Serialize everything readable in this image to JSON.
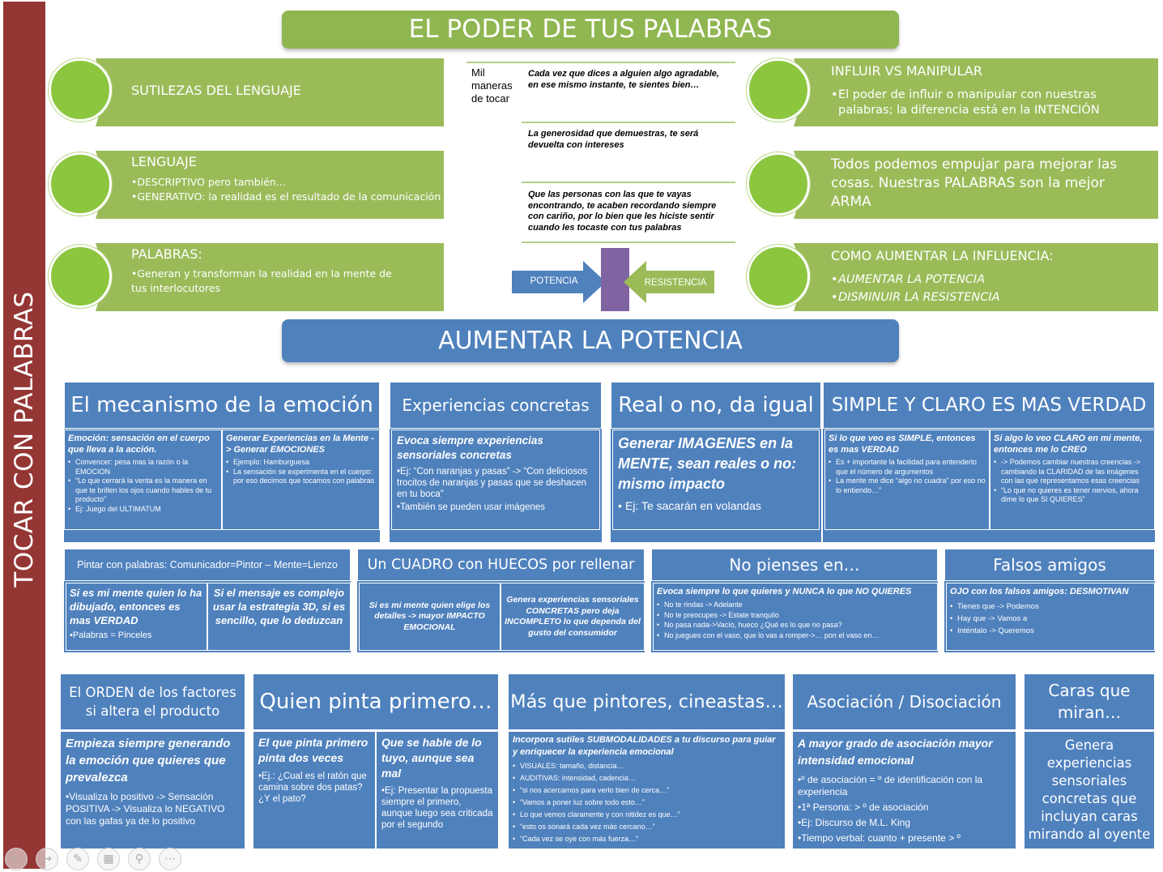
{
  "sidebar": {
    "label": "TOCAR CON PALABRAS"
  },
  "title_main": "EL PODER DE TUS PALABRAS",
  "title_potencia": "AUMENTAR LA POTENCIA",
  "left_items": [
    {
      "title": "SUTILEZAS DEL LENGUAJE"
    },
    {
      "title": "LENGUAJE",
      "bullets": [
        "•DESCRIPTIVO pero también…",
        "•GENERATIVO: la realidad es el resultado de la comunicación"
      ]
    },
    {
      "title": "PALABRAS:",
      "bullets": [
        "•Generan y transforman la realidad en la mente de tus interlocutores"
      ]
    }
  ],
  "right_items": [
    {
      "title": "INFLUIR VS MANIPULAR",
      "bullets": [
        "El poder de influir o manipular con nuestras palabras; la diferencia está en la INTENCIÓN"
      ]
    },
    {
      "text": "Todos podemos empujar para mejorar las cosas. Nuestras PALABRAS son la mejor ARMA"
    },
    {
      "title": "COMO AUMENTAR LA INFLUENCIA:",
      "bullets": [
        "AUMENTAR LA POTENCIA",
        "DISMINUIR LA RESISTENCIA"
      ]
    }
  ],
  "middle": {
    "mil": "Mil maneras de tocar",
    "quotes": [
      "Cada vez que dices a alguien algo agradable, en ese mismo instante, te sientes bien…",
      "La generosidad que demuestras, te será devuelta con intereses",
      "Que las personas con las que te vayas encontrando, te acaben recordando siempre con cariño, por lo bien que les hiciste sentir cuando les tocaste con tus palabras"
    ],
    "potencia": "POTENCIA",
    "resistencia": "RESISTENCIA"
  },
  "row1": {
    "mecanismo": {
      "title": "El mecanismo de la emoción",
      "col1_head": "Emoción: sensación en el cuerpo que lleva a la acción.",
      "col1_bullets": [
        "Convencer: pesa mas la razón o la EMOCION",
        "“Lo que cerrará la venta es la manera en que te brillen los ojos cuando hables de tu producto”",
        "Ej: Juego del ULTIMATUM"
      ],
      "col2_head": "Generar Experiencias en la Mente -> Generar EMOCIONES",
      "col2_bullets": [
        "Ejemplo: Hamburguesa",
        "La sensación se experimenta en el cuerpo: por eso decimos que tocamos con palabras"
      ]
    },
    "experiencias": {
      "title": "Experiencias concretas",
      "head": "Evoca siempre experiencias sensoriales concretas",
      "bullets": [
        "•Ej: “Con naranjas y pasas” -> “Con deliciosos trocitos de naranjas y pasas que se deshacen en tu boca”",
        "•También se pueden usar imágenes"
      ]
    },
    "real": {
      "title": "Real o no, da igual",
      "head": "Generar IMAGENES en la MENTE, sean reales o no: mismo impacto",
      "bullets": [
        "Ej: Te sacarán en volandas"
      ]
    },
    "simple": {
      "title": "SIMPLE Y CLARO ES MAS VERDAD",
      "col1_head": "Si lo que veo es SIMPLE, entonces es mas VERDAD",
      "col1_bullets": [
        "Es + importante la facilidad para entenderlo que el número de argumentos",
        "La mente me dice “algo no cuadra” por eso no lo entiendo…”"
      ],
      "col2_head": "Si algo lo veo CLARO en mi mente, entonces me lo CREO",
      "col2_bullets": [
        "-> Podemos cambiar nuestras creencias -> cambiando la CLARIDAD de las imágenes con las que representamos esas creencias",
        "“Lo que no quieres es tener nervios, ahora dime lo que SI QUIERES”"
      ]
    }
  },
  "row2": {
    "pintar": {
      "title": "Pintar con palabras: Comunicador=Pintor – Mente=Lienzo",
      "col1_head": "Si es mi mente quien lo ha dibujado, entonces es mas VERDAD",
      "col1_bullets": [
        "•Palabras =  Pinceles"
      ],
      "col2_head": "Si el mensaje es complejo usar la estrategia 3D, si es sencillo, que lo deduzcan"
    },
    "cuadro": {
      "title": "Un CUADRO con HUECOS por rellenar",
      "col1": "Si es mi mente quien elige los detalles -> mayor IMPACTO EMOCIONAL",
      "col2": "Genera experiencias sensoriales CONCRETAS pero deja INCOMPLETO lo que dependa del gusto del consumidor"
    },
    "nopienses": {
      "title": "No pienses en…",
      "head": "Evoca siempre lo que quieres y NUNCA lo que NO QUIERES",
      "bullets": [
        "No te rindas -> Adelante",
        "No te preocupes -> Estate tranquilo",
        "No pasa nada->Vacío, hueco ¿Qué es lo que no pasa?",
        "No juegues con el vaso, que lo vas a romper->… pon el vaso en…"
      ]
    },
    "falsos": {
      "title": "Falsos amigos",
      "head": "OJO con los falsos amigos: DESMOTIVAN",
      "bullets": [
        "Tienes que -> Podemos",
        "Hay que -> Vamos a",
        "Inténtalo -> Queremos"
      ]
    }
  },
  "row3": {
    "orden": {
      "title": "El ORDEN de los factores si altera el producto",
      "head": "Empieza siempre generando la emoción que quieres que prevalezca",
      "bullets": [
        "•Visualiza lo positivo -> Sensación POSITIVA -> Visualiza lo NEGATIVO con las gafas ya de lo positivo"
      ]
    },
    "quien": {
      "title": "Quien pinta primero…",
      "col1_head": "El que pinta primero pinta dos veces",
      "col1_bullets": [
        "•Ej.: ¿Cual es el ratón que camina sobre dos patas? ¿Y el pato?"
      ],
      "col2_head": "Que se hable de lo tuyo, aunque sea mal",
      "col2_bullets": [
        "•Ej: Presentar la propuesta siempre el primero, aunque luego sea criticada por el segundo"
      ]
    },
    "cineastas": {
      "title": "Más que pintores, cineastas…",
      "head": "Incorpora sutiles SUBMODALIDADES a tu discurso para guiar y enriquecer la experiencia emocional",
      "bullets": [
        "VISUALES: tamaño, distancia…",
        "AUDITIVAS: intensidad, cadencia…",
        "“si nos acercamos para verlo bien de cerca…”",
        "“Vamos a poner luz sobre todo esto…”",
        "Lo que vemos claramente y con nitidez es que…”",
        "“esto os sonará cada vez más cercano…”",
        "“Cada vez se oye con más fuerza…”"
      ]
    },
    "asociacion": {
      "title": "Asociación / Disociación",
      "head": "A mayor grado de asociación mayor intensidad emocional",
      "bullets": [
        "•º de asociación = º de identificación con la experiencia",
        "•1ª Persona: > º de asociación",
        "•Ej: Discurso de M.L. King",
        "•Tiempo verbal: cuanto + presente > º"
      ]
    },
    "caras": {
      "title": "Caras que miran…",
      "body": "Genera experiencias sensoriales concretas que incluyan caras mirando al oyente"
    }
  },
  "nav_icons": [
    "back-icon",
    "forward-icon",
    "pen-icon",
    "slides-icon",
    "zoom-icon",
    "more-icon"
  ],
  "colors": {
    "sidebar": "#943634",
    "green": "#9bbb59",
    "circle": "#8cc63f",
    "blue": "#4f81bd",
    "purple": "#8064a2"
  }
}
